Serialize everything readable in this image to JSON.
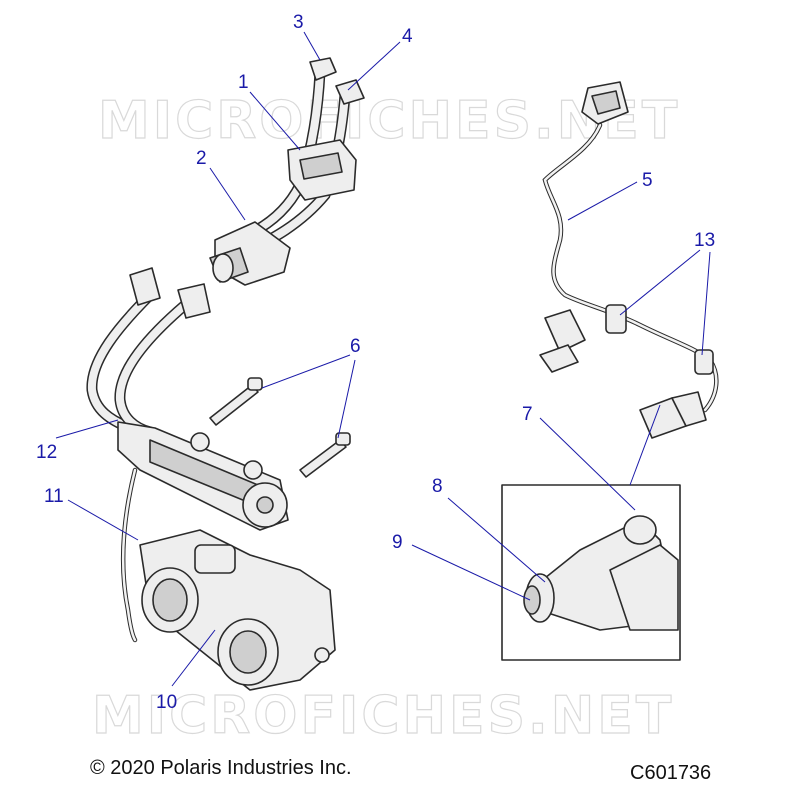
{
  "watermark": "MICROFICHES.NET",
  "callouts": [
    {
      "id": "1",
      "label": "1"
    },
    {
      "id": "2",
      "label": "2"
    },
    {
      "id": "3",
      "label": "3"
    },
    {
      "id": "4",
      "label": "4"
    },
    {
      "id": "5",
      "label": "5"
    },
    {
      "id": "6",
      "label": "6"
    },
    {
      "id": "7",
      "label": "7"
    },
    {
      "id": "8",
      "label": "8"
    },
    {
      "id": "9",
      "label": "9"
    },
    {
      "id": "10",
      "label": "10"
    },
    {
      "id": "11",
      "label": "11"
    },
    {
      "id": "12",
      "label": "12"
    },
    {
      "id": "13",
      "label": "13"
    }
  ],
  "footer": {
    "copyright": "© 2020 Polaris Industries Inc.",
    "diagram_code": "C601736"
  },
  "colors": {
    "callout": "#1a1aa8",
    "line_art": "#2b2b2b",
    "watermark": "#d9d9d9"
  }
}
